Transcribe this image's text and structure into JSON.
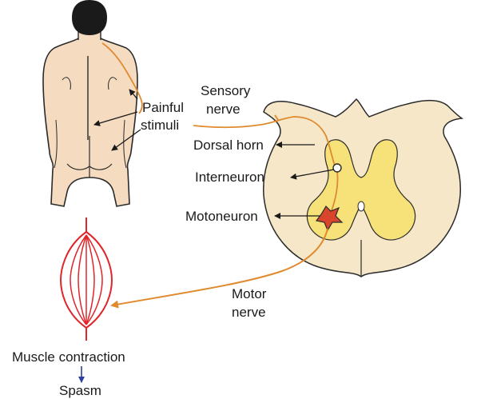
{
  "labels": {
    "painful_stimuli_line1": "Painful",
    "painful_stimuli_line2": "stimuli",
    "sensory_nerve_line1": "Sensory",
    "sensory_nerve_line2": "nerve",
    "dorsal_horn": "Dorsal horn",
    "interneuron": "Interneuron",
    "motoneuron": "Motoneuron",
    "motor_nerve_line1": "Motor",
    "motor_nerve_line2": "nerve",
    "muscle_contraction": "Muscle contraction",
    "spasm": "Spasm"
  },
  "colors": {
    "skin": "#f5dcc0",
    "hair": "#1a1a1a",
    "spinal_cord": "#f6e7c8",
    "grey_matter": "#f7e27a",
    "nerve": "#e08a2e",
    "muscle": "#e0262a",
    "motoneuron": "#d8452c",
    "spasm_arrow": "#2b3f9e"
  }
}
